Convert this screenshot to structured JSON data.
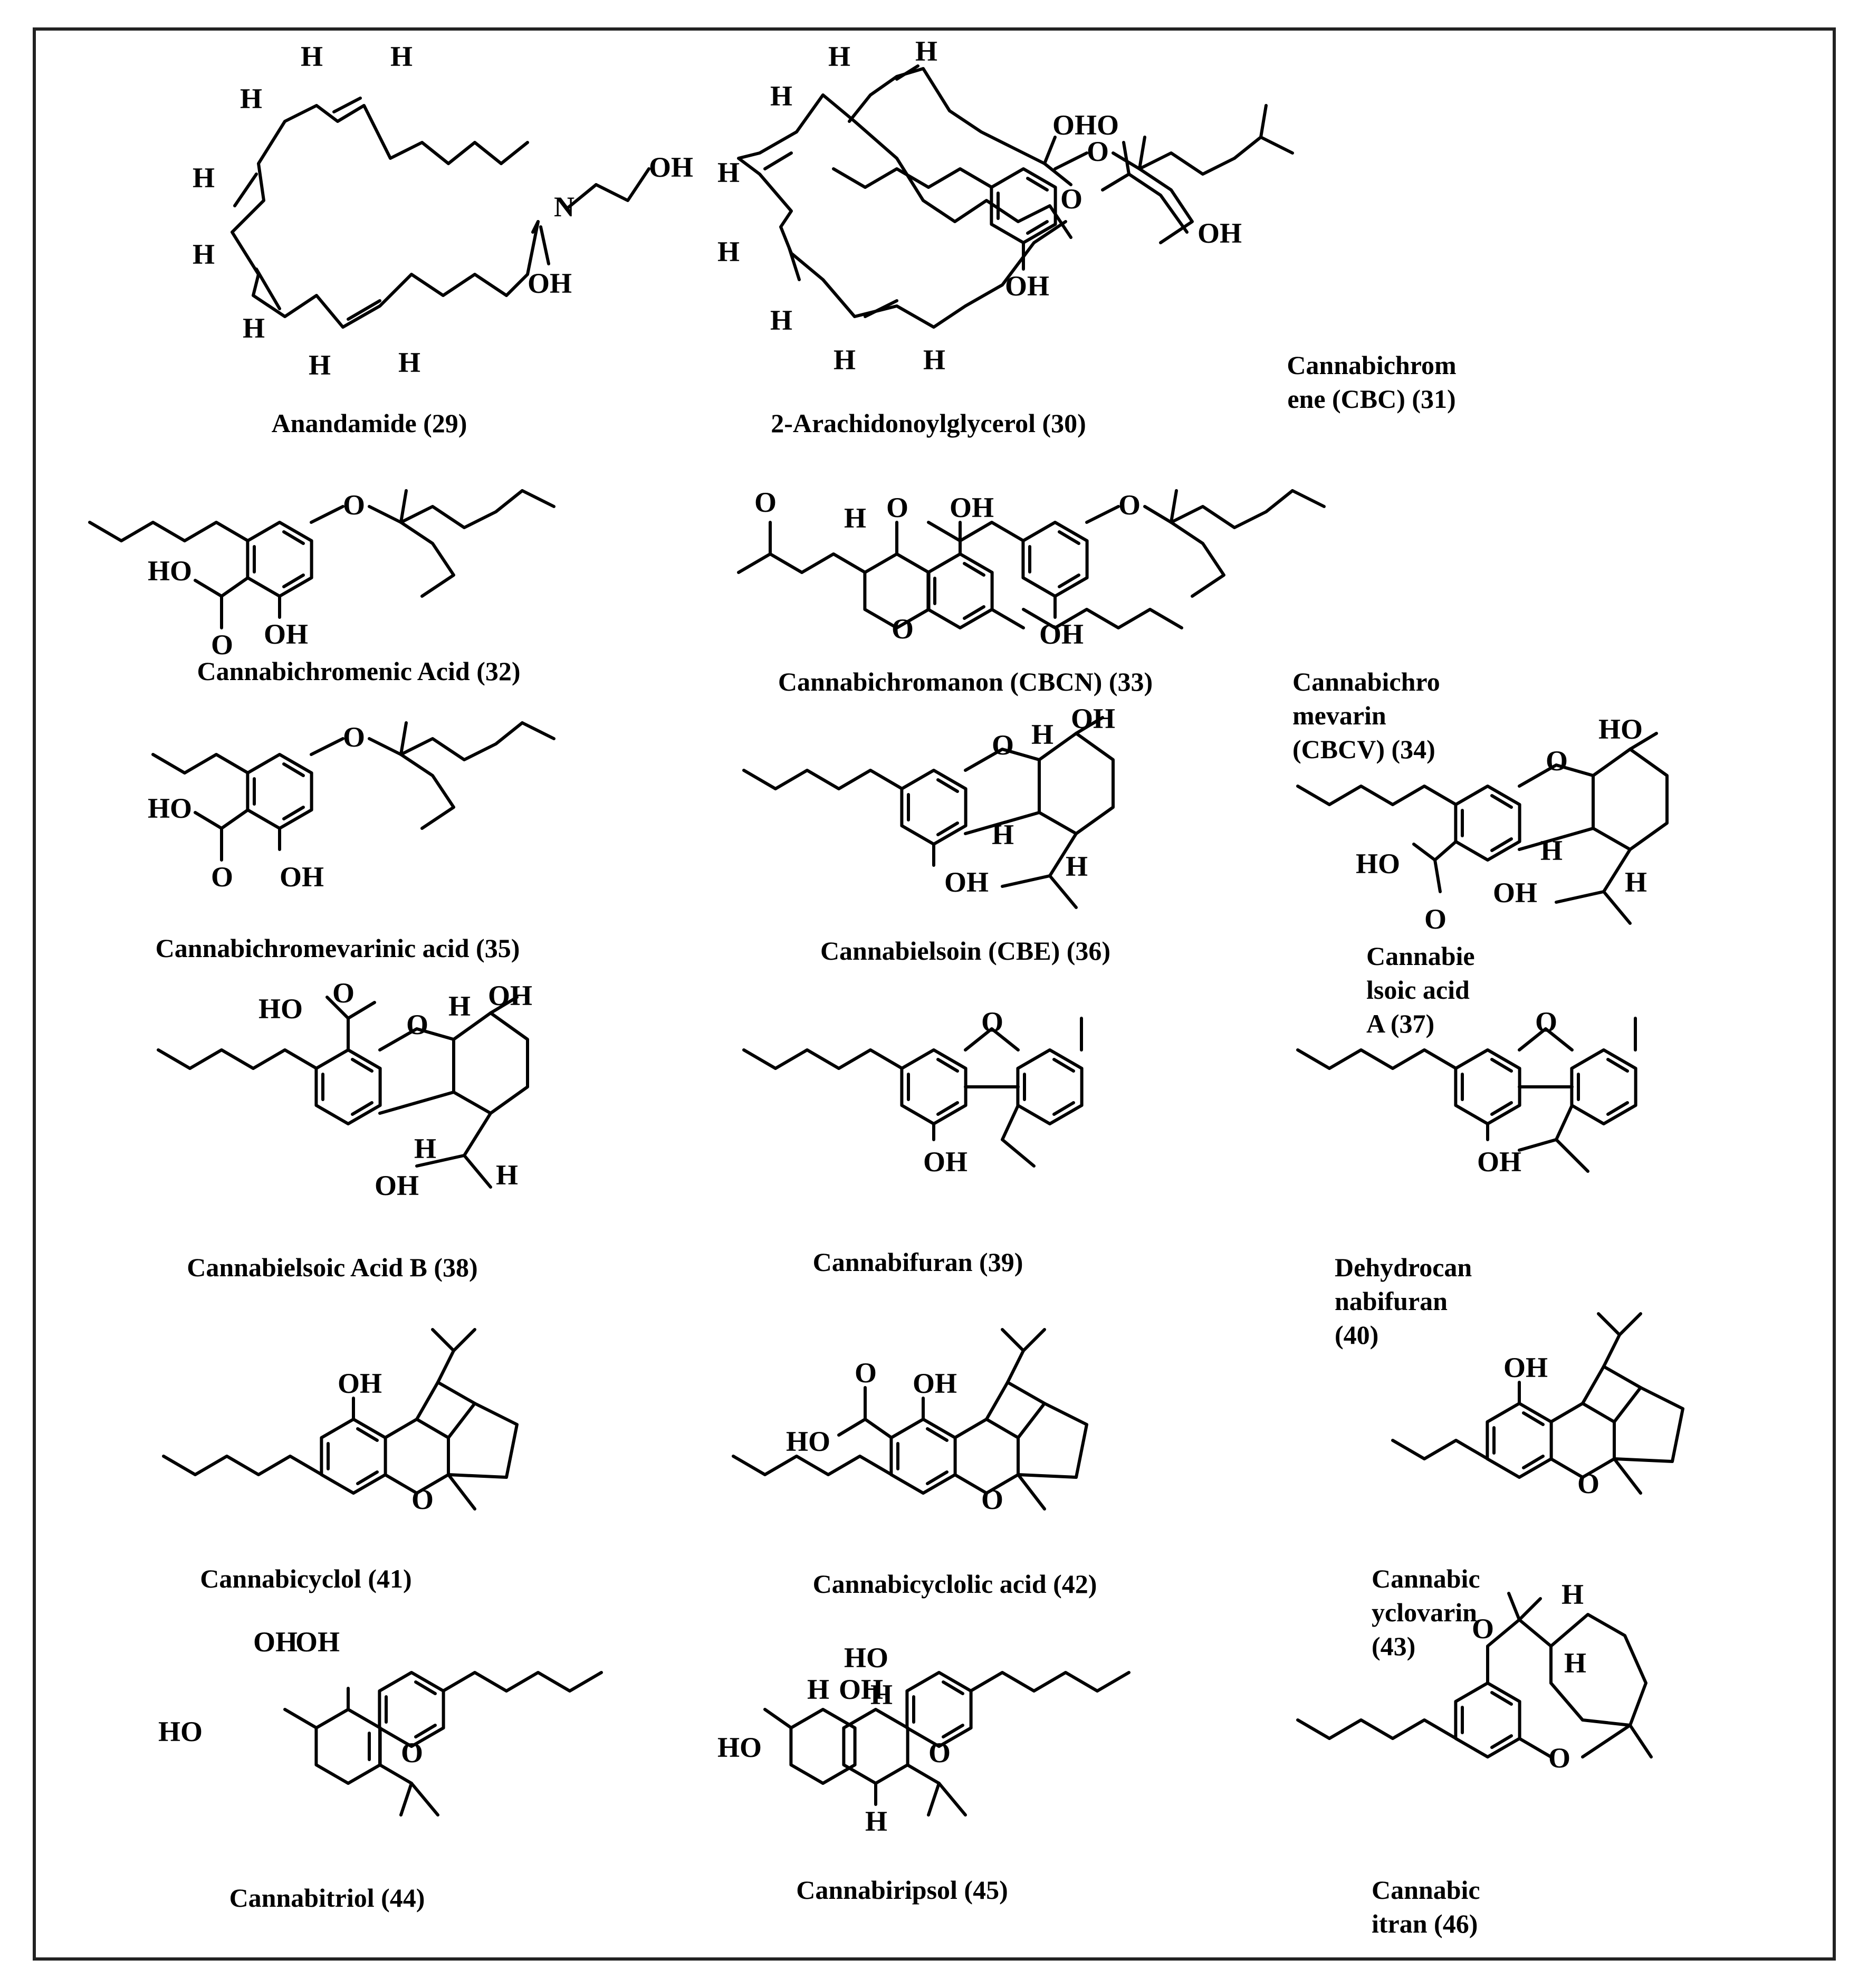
{
  "figure": {
    "border_color": "#222222",
    "compounds": [
      {
        "id": "29",
        "name": "Anandamide (29)"
      },
      {
        "id": "30",
        "name": "2-Arachidonoylglycerol (30)"
      },
      {
        "id": "31",
        "name": "Cannabichrom\nene (CBC) (31)"
      },
      {
        "id": "32",
        "name": "Cannabichromenic Acid (32)"
      },
      {
        "id": "33",
        "name": "Cannabichromanon (CBCN) (33)"
      },
      {
        "id": "34",
        "name": "Cannabichro\nmevarin\n(CBCV) (34)"
      },
      {
        "id": "35",
        "name": "Cannabichromevarinic acid (35)"
      },
      {
        "id": "36",
        "name": "Cannabielsoin (CBE) (36)"
      },
      {
        "id": "37",
        "name": "Cannabie\nlsoic acid\nA (37)"
      },
      {
        "id": "38",
        "name": "Cannabielsoic Acid B (38)"
      },
      {
        "id": "39",
        "name": "Cannabifuran (39)"
      },
      {
        "id": "40",
        "name": "Dehydrocan\nnabifuran\n(40)"
      },
      {
        "id": "41",
        "name": "Cannabicyclol (41)"
      },
      {
        "id": "42",
        "name": "Cannabicyclolic acid (42)"
      },
      {
        "id": "43",
        "name": "Cannabic\nyclovarin\n(43)"
      },
      {
        "id": "44",
        "name": "Cannabitriol (44)"
      },
      {
        "id": "45",
        "name": "Cannabiripsol (45)"
      },
      {
        "id": "46",
        "name": "Cannabic\nitran (46)"
      }
    ],
    "atom_labels": {
      "H": "H",
      "OH": "OH",
      "HO": "HO",
      "O": "O",
      "N": "N",
      "OHO": "OHO"
    }
  }
}
